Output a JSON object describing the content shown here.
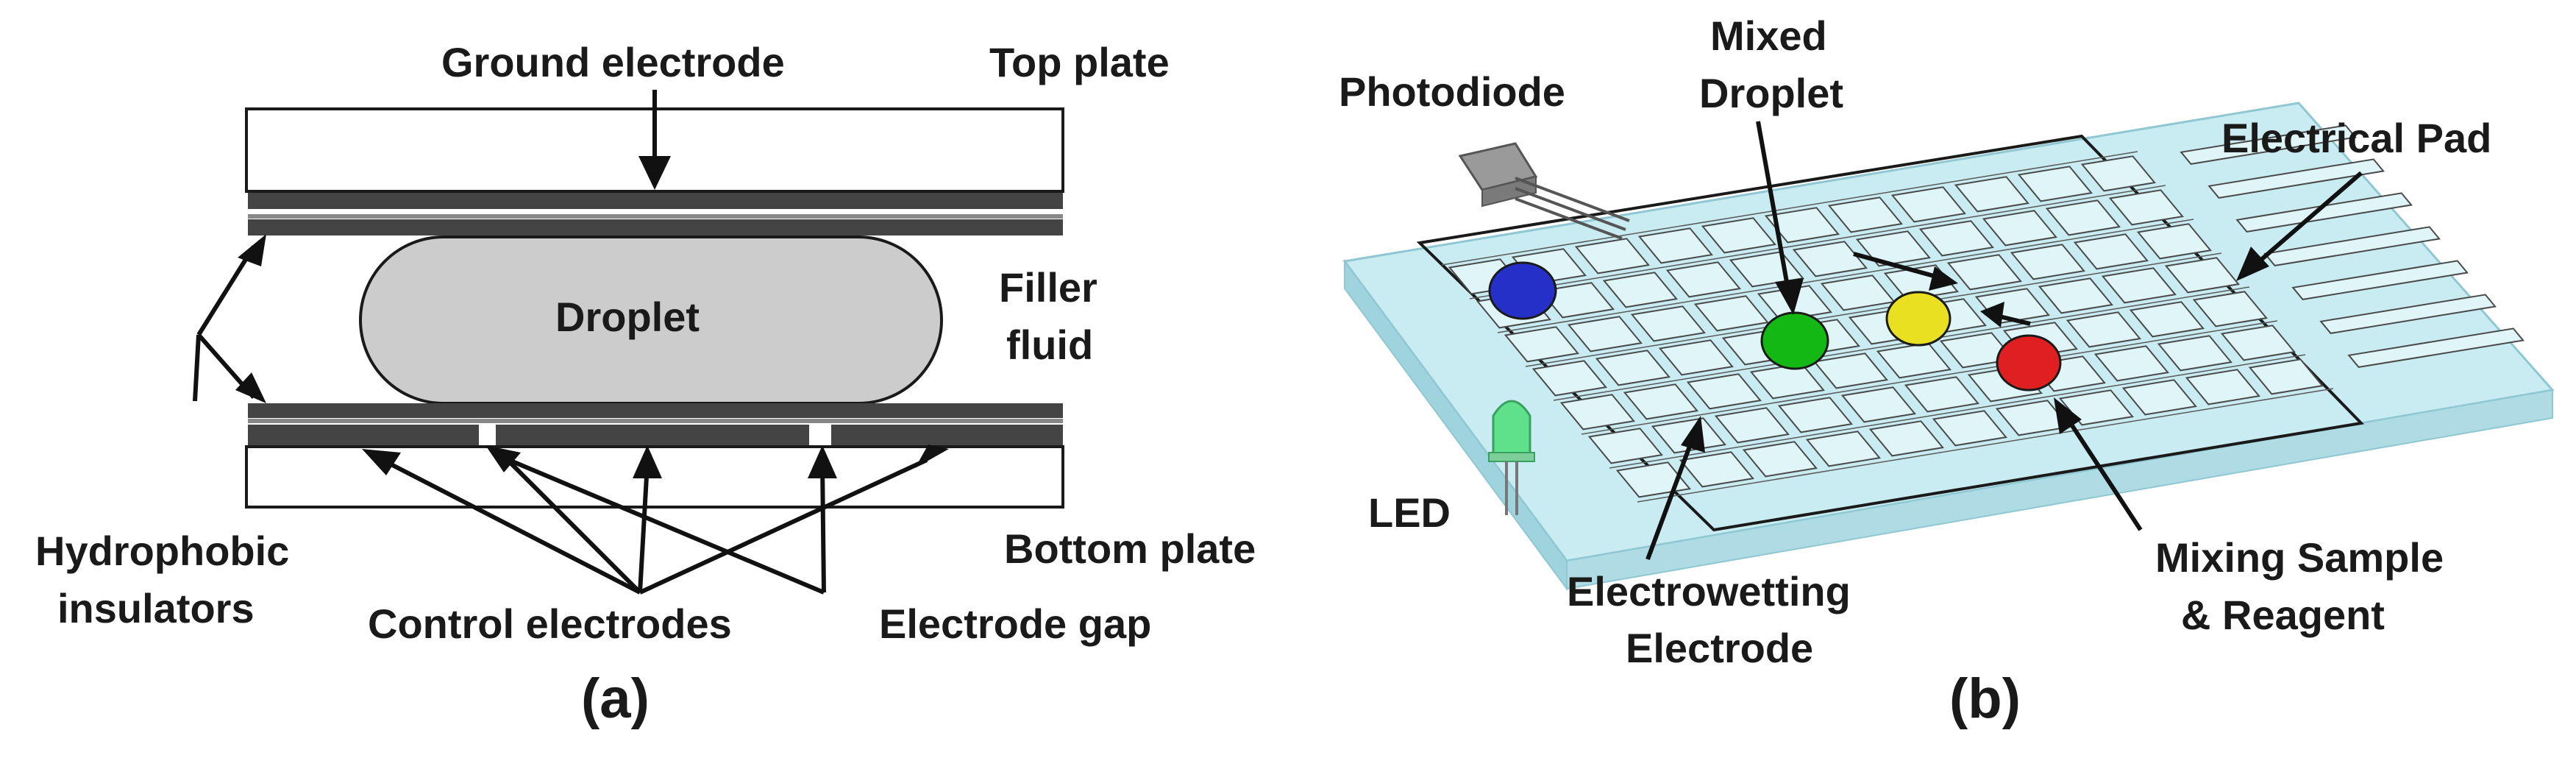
{
  "panel_a": {
    "labels": {
      "ground_electrode": "Ground electrode",
      "top_plate": "Top plate",
      "droplet": "Droplet",
      "filler_fluid_1": "Filler",
      "filler_fluid_2": "fluid",
      "hydrophobic_1": "Hydrophobic",
      "hydrophobic_2": "insulators",
      "bottom_plate": "Bottom plate",
      "control_electrodes": "Control electrodes",
      "electrode_gap": "Electrode gap"
    },
    "caption": "(a)"
  },
  "panel_b": {
    "labels": {
      "photodiode": "Photodiode",
      "mixed_droplet_1": "Mixed",
      "mixed_droplet_2": "Droplet",
      "electrical_pad": "Electrical Pad",
      "led": "LED",
      "ew_electrode_1": "Electrowetting",
      "ew_electrode_2": "Electrode",
      "mixing_1": "Mixing Sample",
      "mixing_2": "& Reagent"
    },
    "droplets": [
      {
        "name": "blue-droplet",
        "color": "#2430c8"
      },
      {
        "name": "green-droplet",
        "color": "#14b814"
      },
      {
        "name": "yellow-droplet",
        "color": "#e8e020"
      },
      {
        "name": "red-droplet",
        "color": "#e02020"
      }
    ],
    "caption": "(b)"
  },
  "colors": {
    "plate": "#ffffff",
    "electrode_dark": "#555555",
    "droplet_fill": "#cccccc",
    "chip_glass": "#bfe6ee",
    "electrode_pad": "#dff5f8",
    "led": "#5fe08a"
  }
}
